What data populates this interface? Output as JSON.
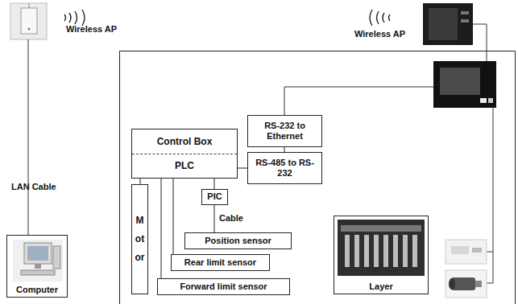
{
  "diagram": {
    "nodes": [
      {
        "text": [
          "RS-232 to Ethernet"
        ]
      },
      {
        "text": [
          "Control Box",
          "PLC"
        ]
      },
      {
        "text": [
          "RS-485 to RS-232"
        ]
      },
      {
        "text": [
          "PIC"
        ]
      },
      {
        "text": [
          "Motor"
        ]
      },
      {
        "text": [
          "Position sensor"
        ]
      },
      {
        "text": [
          "Layer"
        ]
      },
      {
        "text": [
          "Rear limit sensor"
        ]
      },
      {
        "text": [
          "Computer"
        ]
      },
      {
        "text": [
          "Forward limit sensor"
        ]
      }
    ],
    "edges": [
      {
        "from": 1,
        "to": 2,
        "arrow": "none"
      },
      {
        "from": 2,
        "to": 0,
        "arrow": "none"
      },
      {
        "from": 1,
        "to": 4,
        "arrow": "none"
      },
      {
        "from": 1,
        "to": 3,
        "arrow": "none"
      },
      {
        "from": 3,
        "to": 5,
        "label": "Cable",
        "arrow": "none"
      },
      {
        "from": 1,
        "to": 7,
        "arrow": "none"
      },
      {
        "from": 1,
        "to": 9,
        "arrow": "none"
      }
    ],
    "labels": [
      "Wireless AP",
      "Wireless AP",
      "LAN Cable"
    ]
  }
}
